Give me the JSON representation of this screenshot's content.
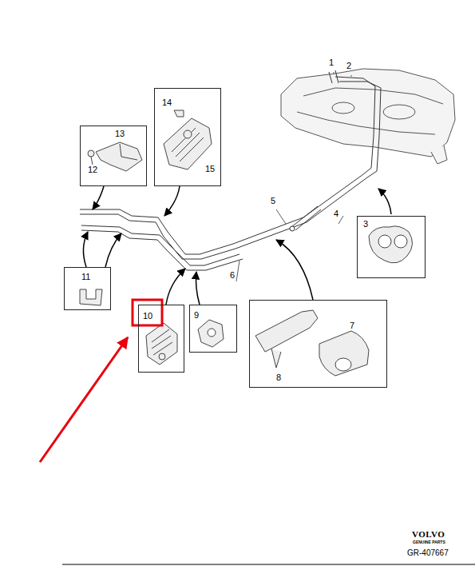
{
  "diagram": {
    "nodes": [
      {
        "text": [
          "13",
          "12"
        ]
      },
      {
        "text": [
          "14",
          "15"
        ]
      },
      {
        "text": [
          "3"
        ]
      },
      {
        "text": [
          "11"
        ]
      },
      {
        "text": [
          "10"
        ]
      },
      {
        "text": [
          "9"
        ]
      },
      {
        "text": [
          "7",
          "8"
        ]
      }
    ],
    "labels": [
      "1",
      "2",
      "5",
      "4",
      "6",
      "VOLVO",
      "GENUINE PARTS",
      "GR-407667"
    ]
  }
}
